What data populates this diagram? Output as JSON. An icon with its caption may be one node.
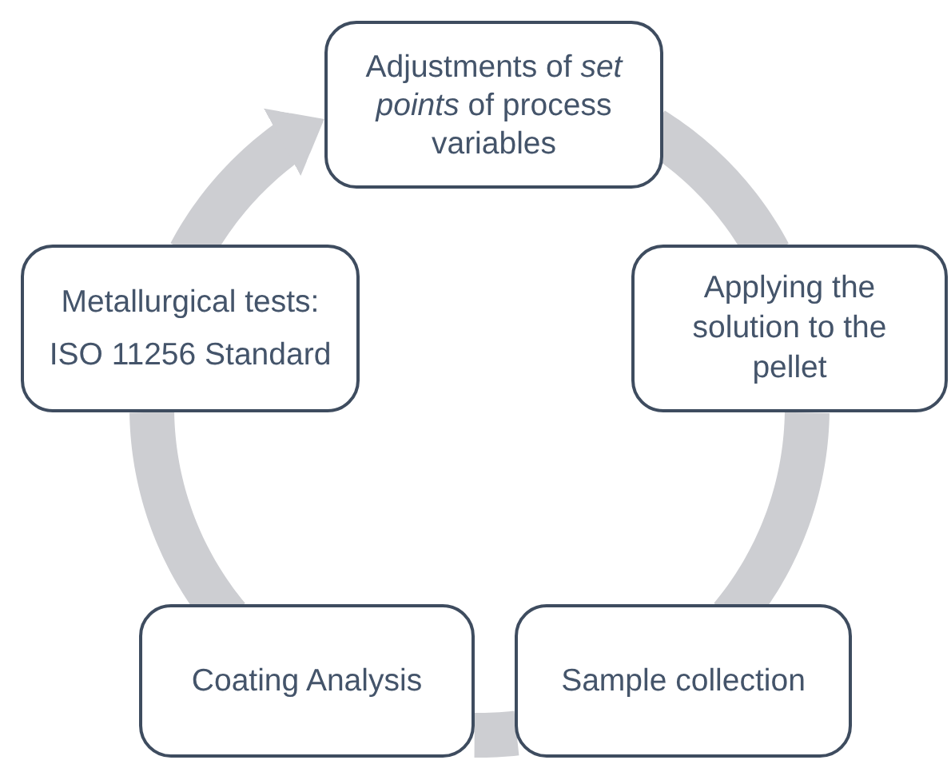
{
  "diagram": {
    "nodes": [
      {
        "text": [
          "Adjustments of *set points* of process variables"
        ]
      },
      {
        "text": [
          "Metallurgical tests: ISO 11256 Standard"
        ]
      },
      {
        "text": [
          "Applying the solution to the pellet"
        ]
      },
      {
        "text": [
          "Coating Analysis"
        ]
      },
      {
        "text": [
          "Sample collection"
        ]
      }
    ],
    "edges": [
      {
        "from": 0,
        "to": 2,
        "arrow": "none"
      },
      {
        "from": 2,
        "to": 4,
        "arrow": "none"
      },
      {
        "from": 4,
        "to": 3,
        "arrow": "none"
      },
      {
        "from": 3,
        "to": 1,
        "arrow": "none"
      },
      {
        "from": 1,
        "to": 0,
        "arrow": "to"
      }
    ]
  }
}
